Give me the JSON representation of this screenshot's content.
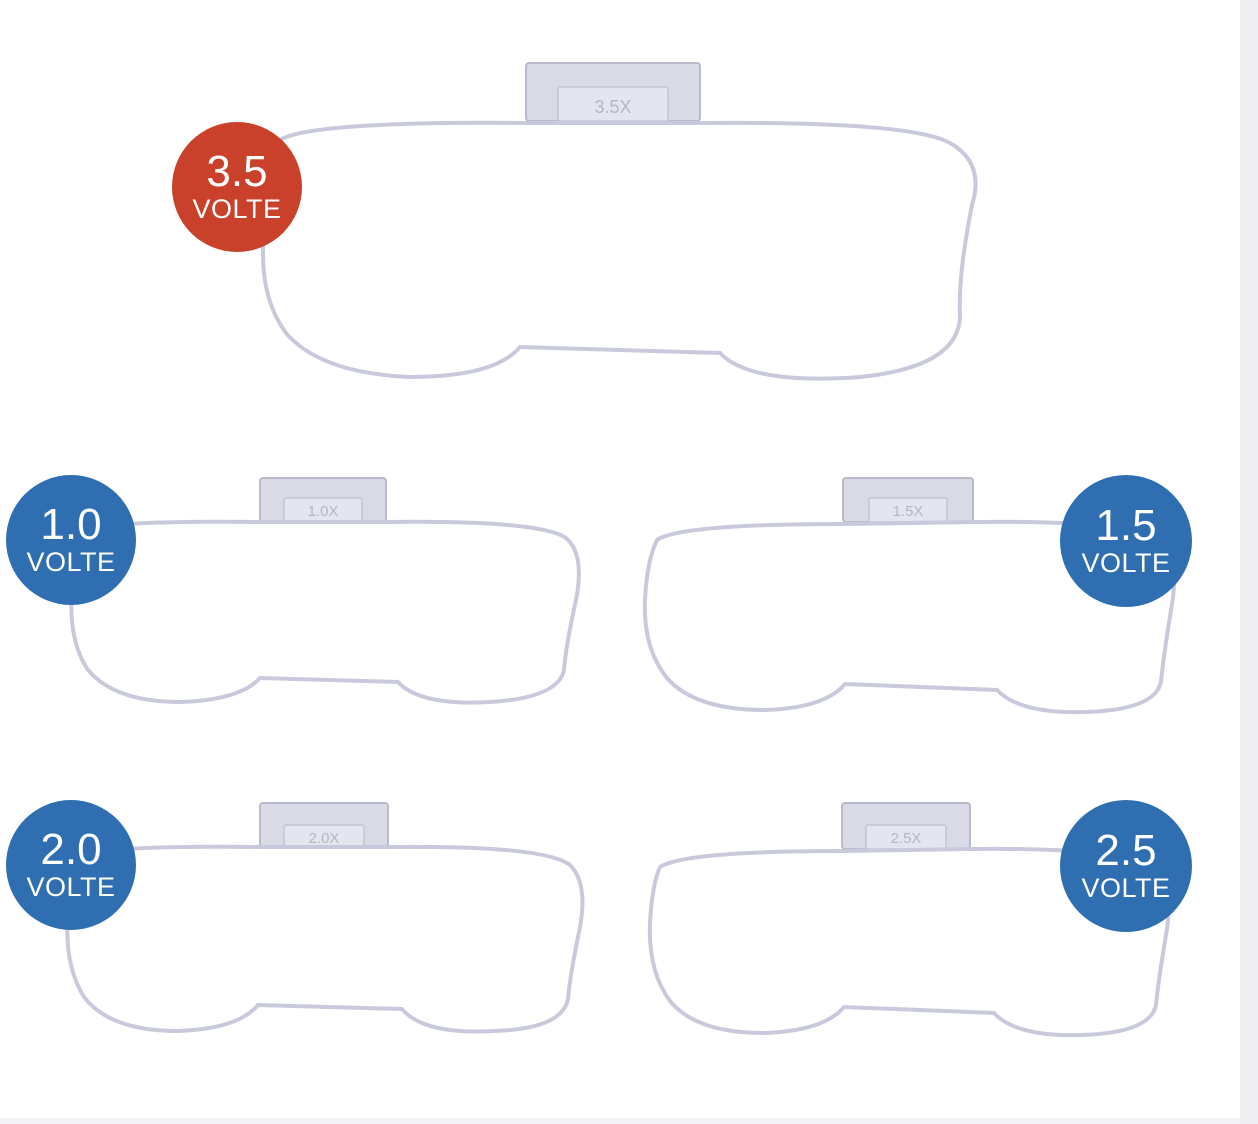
{
  "colors": {
    "accent_red": "#c9412b",
    "accent_blue": "#2f6fb1",
    "lens_outline": "#c8cadb",
    "tab_fill": "#d9dae6"
  },
  "lenses": [
    {
      "id": "lens-3-5",
      "badge_number": "3.5",
      "badge_unit": "VOLTE",
      "tab_label": "3.5X",
      "badge_color": "red"
    },
    {
      "id": "lens-1-0",
      "badge_number": "1.0",
      "badge_unit": "VOLTE",
      "tab_label": "1.0X",
      "badge_color": "blue"
    },
    {
      "id": "lens-1-5",
      "badge_number": "1.5",
      "badge_unit": "VOLTE",
      "tab_label": "1.5X",
      "badge_color": "blue"
    },
    {
      "id": "lens-2-0",
      "badge_number": "2.0",
      "badge_unit": "VOLTE",
      "tab_label": "2.0X",
      "badge_color": "blue"
    },
    {
      "id": "lens-2-5",
      "badge_number": "2.5",
      "badge_unit": "VOLTE",
      "tab_label": "2.5X",
      "badge_color": "blue"
    }
  ]
}
